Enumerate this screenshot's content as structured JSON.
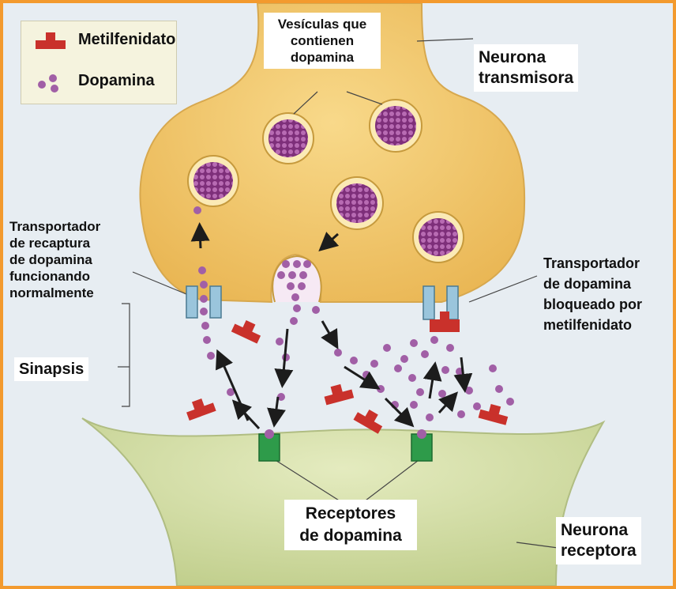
{
  "legend": {
    "methylphenidate": "Metilfenidato",
    "dopamine": "Dopamina"
  },
  "labels": {
    "vesicles": "Vesículas que\ncontienen\ndopamina",
    "transmitting_neuron": "Neurona\ntransmisora",
    "reuptake_transporter": "Transportador\nde recaptura\nde dopamina\nfuncionando\nnormalmente",
    "blocked_transporter": "Transportador\nde dopamina\nbloqueado por\nmetilfenidato",
    "synapse": "Sinapsis",
    "receptors": "Receptores\nde dopamina",
    "receiving_neuron": "Neurona\nreceptora"
  },
  "colors": {
    "border": "#f39a2e",
    "background": "#e7edf2",
    "transmitting_neuron": "#f2c664",
    "receiving_neuron": "#d2dca8",
    "vesicle": "#9b3f8c",
    "dopamine": "#a15fa6",
    "methylphenidate": "#c9312b",
    "transporter": "#9ac5dc",
    "receptor": "#2e9b4a"
  }
}
